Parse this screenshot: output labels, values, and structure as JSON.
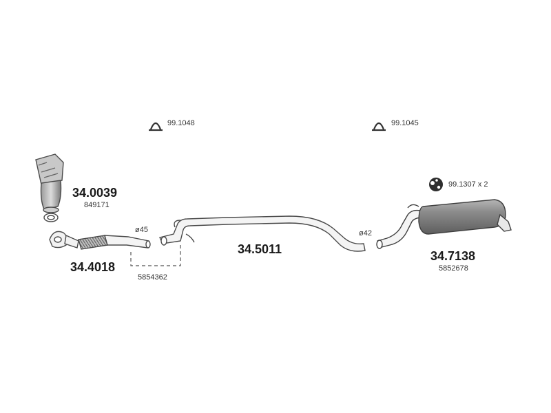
{
  "parts": [
    {
      "part_no": "34.0039",
      "ref": "849171"
    },
    {
      "part_no": "34.4018"
    },
    {
      "part_no": "34.5011"
    },
    {
      "part_no": "34.7138",
      "ref": "5852678"
    }
  ],
  "connector_ref": "5854362",
  "clamps": [
    {
      "code": "99.1048"
    },
    {
      "code": "99.1045"
    }
  ],
  "rubber_mount": {
    "code": "99.1307 x 2"
  },
  "diameters": [
    "ø45",
    "ø42"
  ],
  "colors": {
    "line": "#555555",
    "fill_light": "#f2f2f2",
    "fill_dark": "#8a8a8a",
    "text": "#1a1a1a"
  }
}
